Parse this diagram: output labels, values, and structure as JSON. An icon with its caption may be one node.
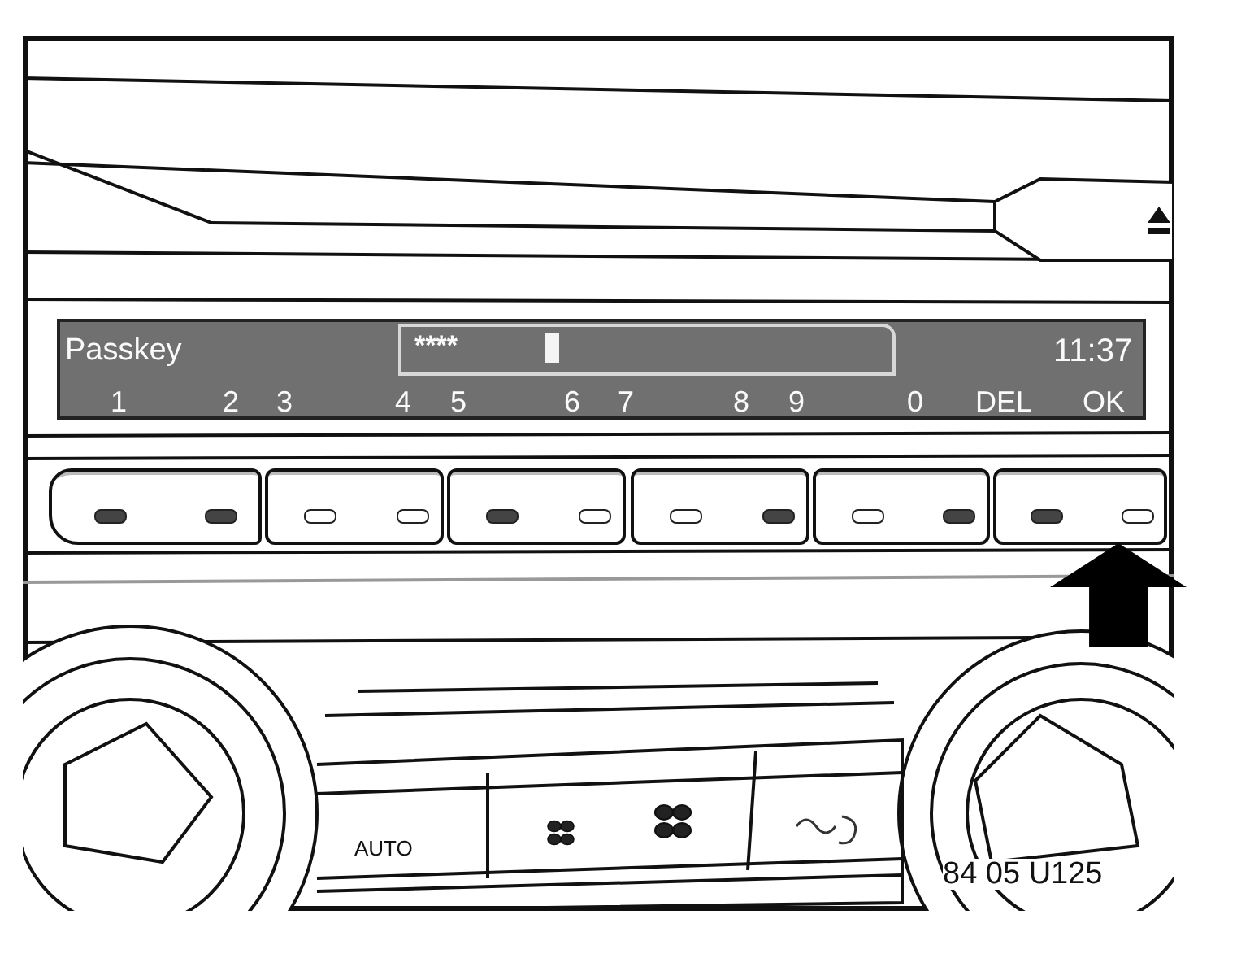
{
  "diagram": {
    "nodes": [
      {
        "text": [],
        "shape": "box"
      },
      {
        "text": [],
        "shape": "box"
      },
      {
        "text": [],
        "shape": "box"
      },
      {
        "text": [],
        "shape": "box"
      },
      {
        "text": [],
        "shape": "box"
      },
      {
        "text": [],
        "shape": "box"
      }
    ],
    "edges": [
      {
        "from": null,
        "to": 5,
        "arrow": "to"
      }
    ],
    "labels": [
      "Passkey",
      "****",
      "11:37",
      "1",
      "2",
      "3",
      "4",
      "5",
      "6",
      "7",
      "8",
      "9",
      "0",
      "DEL",
      "OK",
      "AUTO",
      "84 05 U125"
    ]
  }
}
